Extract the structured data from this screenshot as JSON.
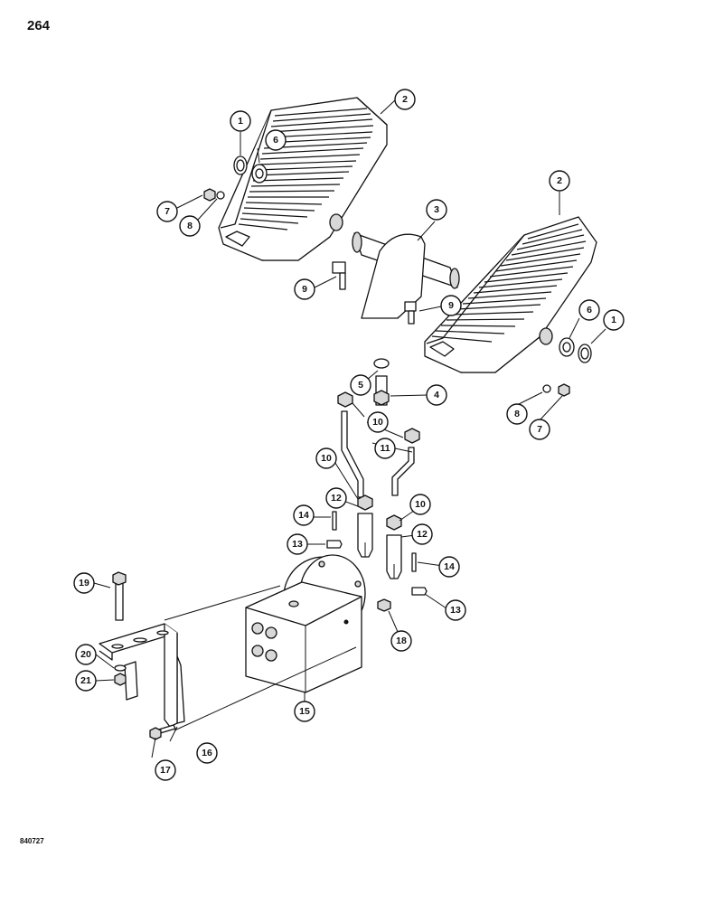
{
  "page_number": "264",
  "image_code": "840727",
  "callouts": [
    {
      "id": "c1a",
      "label": "1"
    },
    {
      "id": "c6a",
      "label": "6"
    },
    {
      "id": "c2a",
      "label": "2"
    },
    {
      "id": "c7a",
      "label": "7"
    },
    {
      "id": "c8a",
      "label": "8"
    },
    {
      "id": "c3",
      "label": "3"
    },
    {
      "id": "c2b",
      "label": "2"
    },
    {
      "id": "c9a",
      "label": "9"
    },
    {
      "id": "c9b",
      "label": "9"
    },
    {
      "id": "c6b",
      "label": "6"
    },
    {
      "id": "c1b",
      "label": "1"
    },
    {
      "id": "c5",
      "label": "5"
    },
    {
      "id": "c4",
      "label": "4"
    },
    {
      "id": "c10a",
      "label": "10"
    },
    {
      "id": "c8b",
      "label": "8"
    },
    {
      "id": "c7b",
      "label": "7"
    },
    {
      "id": "c11",
      "label": "11"
    },
    {
      "id": "c10b",
      "label": "10"
    },
    {
      "id": "c12a",
      "label": "12"
    },
    {
      "id": "c10c",
      "label": "10"
    },
    {
      "id": "c14a",
      "label": "14"
    },
    {
      "id": "c12b",
      "label": "12"
    },
    {
      "id": "c13a",
      "label": "13"
    },
    {
      "id": "c14b",
      "label": "14"
    },
    {
      "id": "c19",
      "label": "19"
    },
    {
      "id": "c13b",
      "label": "13"
    },
    {
      "id": "c18",
      "label": "18"
    },
    {
      "id": "c20",
      "label": "20"
    },
    {
      "id": "c21",
      "label": "21"
    },
    {
      "id": "c15",
      "label": "15"
    },
    {
      "id": "c16",
      "label": "16"
    },
    {
      "id": "c17",
      "label": "17"
    }
  ]
}
